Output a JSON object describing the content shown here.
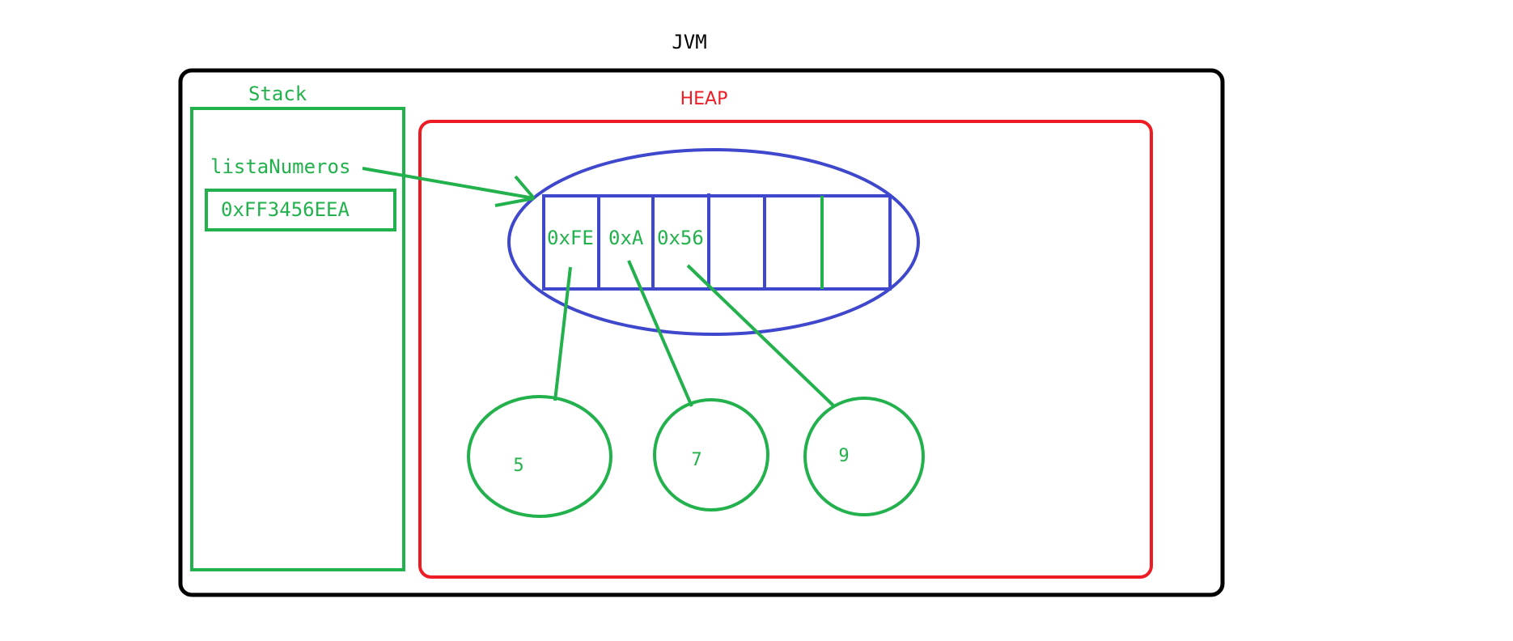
{
  "title": "JVM",
  "stack": {
    "label": "Stack",
    "variable_name": "listaNumeros",
    "variable_value": "0xFF3456EEA"
  },
  "heap": {
    "label": "HEAP",
    "array_cells": [
      "0xFE",
      "0xA",
      "0x56",
      "",
      "",
      ""
    ],
    "objects": [
      "5",
      "7",
      "9"
    ]
  },
  "colors": {
    "jvm_border": "#000000",
    "stack": "#22b14c",
    "heap": "#ed1c24",
    "array": "#3f48cc"
  }
}
